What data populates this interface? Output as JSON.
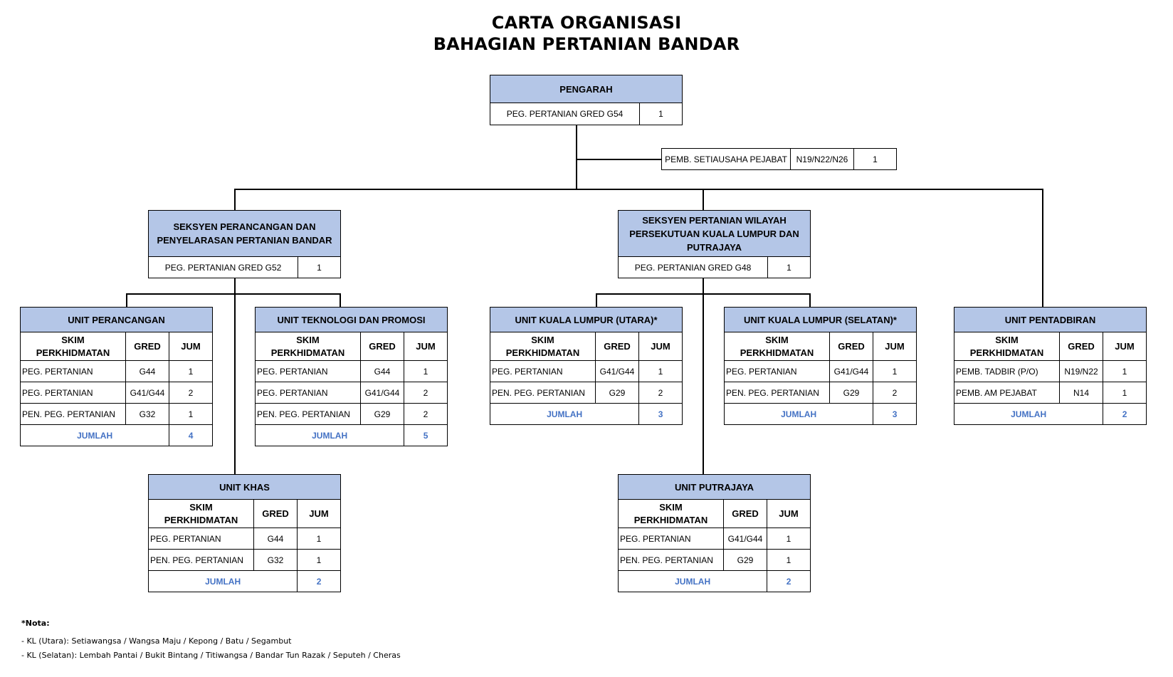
{
  "title_line1": "CARTA ORGANISASI",
  "title_line2": "BAHAGIAN PERTANIAN BANDAR",
  "pengarah": {
    "title": "PENGARAH",
    "jawatan": "PEG. PERTANIAN GRED G54",
    "jum": "1"
  },
  "setiausaha": {
    "jawatan": "PEMB. SETIAUSAHA PEJABAT",
    "gred": "N19/N22/N26",
    "jum": "1"
  },
  "seksyen1": {
    "title_l1": "SEKSYEN PERANCANGAN DAN",
    "title_l2": "PENYELARASAN PERTANIAN BANDAR",
    "jawatan": "PEG. PERTANIAN GRED G52",
    "jum": "1"
  },
  "seksyen2": {
    "title_l1": "SEKSYEN PERTANIAN WILAYAH",
    "title_l2": "PERSEKUTUAN KUALA LUMPUR DAN",
    "title_l3": "PUTRAJAYA",
    "jawatan": "PEG. PERTANIAN GRED G48",
    "jum": "1"
  },
  "cols": {
    "skim_l1": "SKIM",
    "skim_l2": "PERKHIDMATAN",
    "gred": "GRED",
    "jum": "JUM",
    "jumlah": "JUMLAH"
  },
  "units": {
    "perancangan": {
      "title": "UNIT PERANCANGAN",
      "rows": [
        {
          "skim": "PEG. PERTANIAN",
          "gred": "G44",
          "jum": "1"
        },
        {
          "skim": "PEG. PERTANIAN",
          "gred": "G41/G44",
          "jum": "2"
        },
        {
          "skim": "PEN. PEG. PERTANIAN",
          "gred": "G32",
          "jum": "1"
        }
      ],
      "total": "4"
    },
    "teknologi": {
      "title": "UNIT TEKNOLOGI DAN PROMOSI",
      "rows": [
        {
          "skim": "PEG. PERTANIAN",
          "gred": "G44",
          "jum": "1"
        },
        {
          "skim": "PEG. PERTANIAN",
          "gred": "G41/G44",
          "jum": "2"
        },
        {
          "skim": "PEN. PEG. PERTANIAN",
          "gred": "G29",
          "jum": "2"
        }
      ],
      "total": "5"
    },
    "khas": {
      "title": "UNIT KHAS",
      "rows": [
        {
          "skim": "PEG. PERTANIAN",
          "gred": "G44",
          "jum": "1"
        },
        {
          "skim": "PEN. PEG. PERTANIAN",
          "gred": "G32",
          "jum": "1"
        }
      ],
      "total": "2"
    },
    "kl_utara": {
      "title": "UNIT KUALA LUMPUR (UTARA)*",
      "rows": [
        {
          "skim": "PEG. PERTANIAN",
          "gred": "G41/G44",
          "jum": "1"
        },
        {
          "skim": "PEN. PEG. PERTANIAN",
          "gred": "G29",
          "jum": "2"
        }
      ],
      "total": "3"
    },
    "kl_selatan": {
      "title": "UNIT KUALA LUMPUR (SELATAN)*",
      "rows": [
        {
          "skim": "PEG. PERTANIAN",
          "gred": "G41/G44",
          "jum": "1"
        },
        {
          "skim": "PEN. PEG. PERTANIAN",
          "gred": "G29",
          "jum": "2"
        }
      ],
      "total": "3"
    },
    "pentadbiran": {
      "title": "UNIT PENTADBIRAN",
      "rows": [
        {
          "skim": "PEMB. TADBIR (P/O)",
          "gred": "N19/N22",
          "jum": "1"
        },
        {
          "skim": "PEMB. AM PEJABAT",
          "gred": "N14",
          "jum": "1"
        }
      ],
      "total": "2"
    },
    "putrajaya": {
      "title": "UNIT PUTRAJAYA",
      "rows": [
        {
          "skim": "PEG. PERTANIAN",
          "gred": "G41/G44",
          "jum": "1"
        },
        {
          "skim": "PEN. PEG. PERTANIAN",
          "gred": "G29",
          "jum": "1"
        }
      ],
      "total": "2"
    }
  },
  "notes": {
    "heading": "*Nota:",
    "line1": "- KL (Utara): Setiawangsa / Wangsa Maju / Kepong / Batu / Segambut",
    "line2": "- KL (Selatan): Lembah Pantai / Bukit Bintang / Titiwangsa / Bandar Tun Razak / Seputeh / Cheras"
  },
  "colors": {
    "header_fill": "#b4c6e7",
    "jumlah_text": "#4472c4",
    "line": "#000000"
  }
}
